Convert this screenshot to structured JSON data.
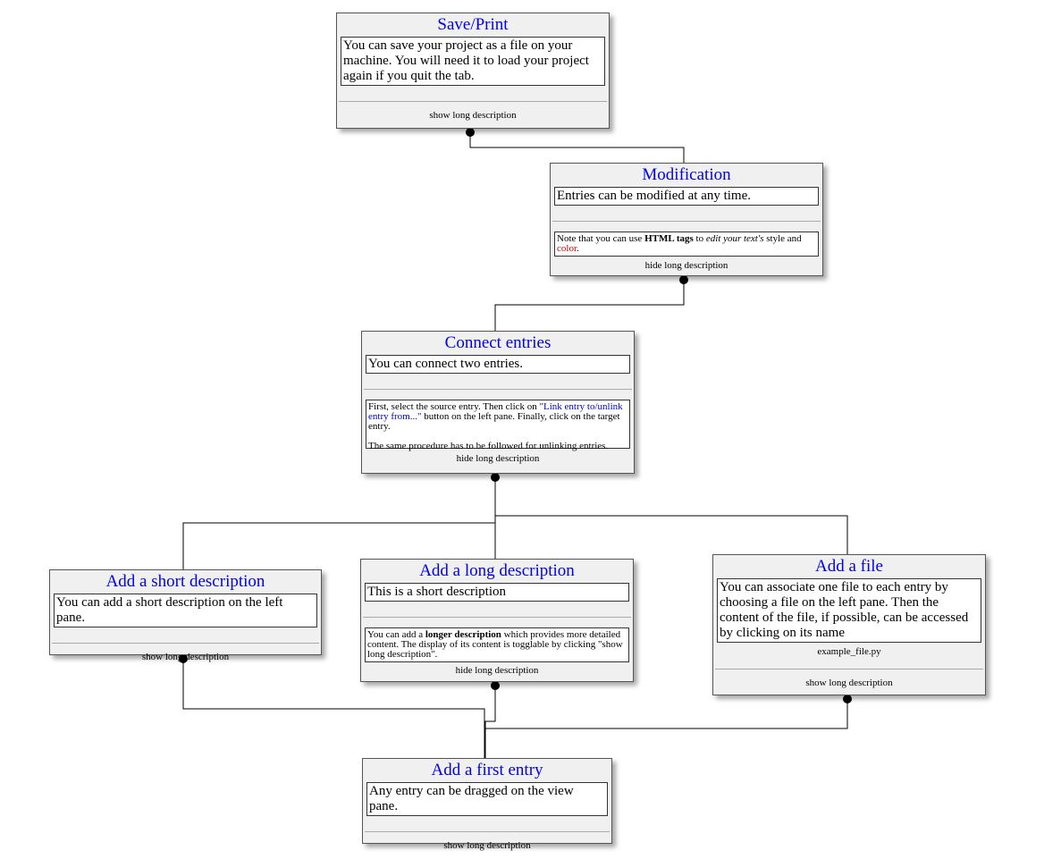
{
  "colors": {
    "title": "#0000ee",
    "box_bg": "#f0f0f0",
    "connector": "#000000"
  },
  "entries": {
    "save_print": {
      "title": "Save/Print",
      "short": "You can save your project as a file on your machine. You will need it to load your project again if you quit the tab.",
      "toggle": "show long description"
    },
    "modification": {
      "title": "Modification",
      "short": "Entries can be modified at any time.",
      "long": {
        "p1": "Note that you can use ",
        "bold": "HTML tags",
        "p2": " to ",
        "italic": "edit your text's",
        "p3": " style and ",
        "red": "color",
        "p4": "."
      },
      "toggle": "hide long description"
    },
    "connect": {
      "title": "Connect entries",
      "short": "You can connect two entries.",
      "long": {
        "p1": "First, select the source entry. Then click on ",
        "blue": "\"Link entry to/unlink entry from...\"",
        "p2": " button on the left pane. Finally, click on the target entry.",
        "p3": "The same procedure has to be followed for unlinking entries."
      },
      "toggle": "hide long description"
    },
    "short_desc": {
      "title": "Add a short description",
      "short": "You can add a short description on the left pane.",
      "toggle": "show long description"
    },
    "long_desc": {
      "title": "Add a long description",
      "short": "This is a short description",
      "long": {
        "p1": "You can add a ",
        "bold": "longer description",
        "p2": " which provides more detailed content. The display of its content is togglable by clicking \"show long description\"."
      },
      "toggle": "hide long description"
    },
    "add_file": {
      "title": "Add a file",
      "short": "You can associate one file to each entry by choosing a file on the left pane. Then the content of the file, if possible, can be accessed by clicking on its name",
      "file": "example_file.py",
      "toggle": "show long description"
    },
    "first_entry": {
      "title": "Add a first entry",
      "short": "Any entry can be dragged on the view pane.",
      "toggle": "show long description"
    }
  }
}
